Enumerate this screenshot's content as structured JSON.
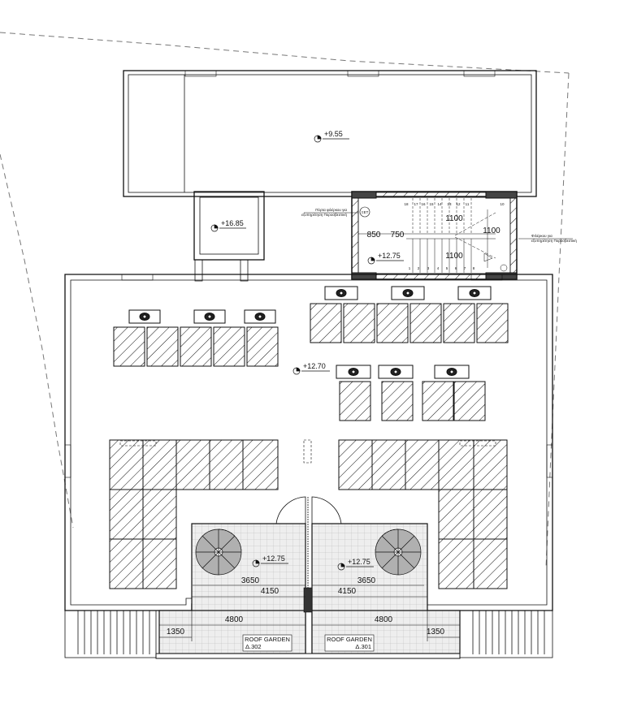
{
  "levels": {
    "roof_top": "+9.55",
    "tower": "+16.85",
    "stair": "+12.75",
    "main_roof": "+12.70",
    "garden_left": "+12.75",
    "garden_right": "+12.75"
  },
  "notes": {
    "left_note_line1": "Πόρτα φιλέρκου για",
    "left_note_line2": "εξυπηρέτηση Πυροσβεστική",
    "right_note_line1": "Φιλέρκου για",
    "right_note_line2": "εξυπηρέτηση Πυροσβεστική",
    "stair_tag": "ΞΕΤ"
  },
  "stair": {
    "dims": [
      "1100",
      "1100",
      "850",
      "750",
      "1100"
    ],
    "top_numbers": [
      "18",
      "17",
      "16",
      "15",
      "14",
      "13",
      "12",
      "11",
      "10"
    ],
    "bottom_numbers": [
      "1",
      "2",
      "3",
      "4",
      "5",
      "6",
      "7",
      "8"
    ]
  },
  "dimensions": {
    "left_3650": "3650",
    "left_4150": "4150",
    "left_4800": "4800",
    "left_1350": "1350",
    "right_3650": "3650",
    "right_4150": "4150",
    "right_4800": "4800",
    "right_1350": "1350"
  },
  "gardens": {
    "left_name": "ROOF GARDEN",
    "left_code": "Δ.302",
    "right_name": "ROOF GARDEN",
    "right_code": "Δ.301"
  }
}
